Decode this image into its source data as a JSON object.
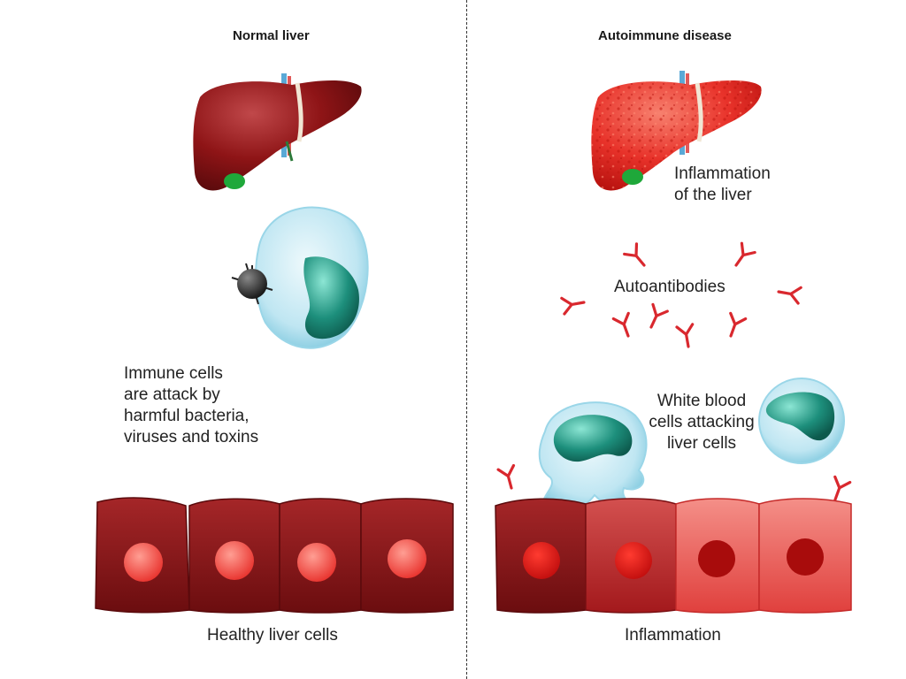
{
  "left_panel": {
    "title": "Normal liver",
    "immune_text": [
      "Immune cells",
      "are attack by",
      "harmful bacteria,",
      "viruses and toxins"
    ],
    "cells_caption": "Healthy liver cells"
  },
  "right_panel": {
    "title": "Autoimmune disease",
    "liver_text": [
      "Inflammation",
      "of the liver"
    ],
    "antibodies_label": "Autoantibodies",
    "wbc_text": [
      "White blood",
      "cells attacking",
      "liver cells"
    ],
    "cells_caption": "Inflammation"
  },
  "colors": {
    "healthy_liver": "#8e1416",
    "inflamed_liver": "#e8322a",
    "gallbladder": "#1fa83a",
    "immune_cell": "#bfe6f2",
    "nucleus": "#1d8f7c",
    "antibody": "#d9282e"
  }
}
